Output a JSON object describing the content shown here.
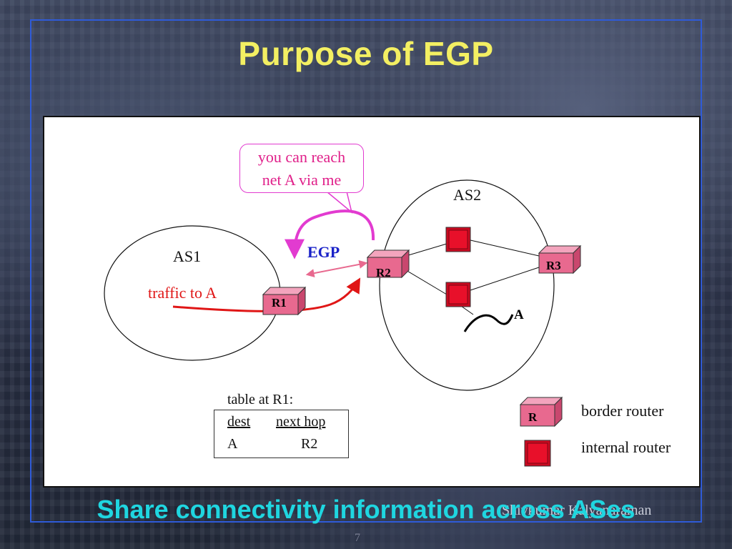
{
  "slide": {
    "title": "Purpose of EGP",
    "subtitle": "Share connectivity information across ASes",
    "author": "Shivkumar Kalyanaraman",
    "page_number": "7"
  },
  "diagram": {
    "as1_label": "AS1",
    "as2_label": "AS2",
    "traffic_label": "traffic to A",
    "egp_label": "EGP",
    "bubble_line1": "you can reach",
    "bubble_line2": "net A via me",
    "network_label": "A",
    "routers": {
      "r1": "R1",
      "r2": "R2",
      "r3": "R3"
    }
  },
  "route_table": {
    "caption": "table at R1:",
    "header_dest": "dest",
    "header_next_hop": "next hop",
    "row_dest": "A",
    "row_next_hop": "R2"
  },
  "legend": {
    "border_symbol": "R",
    "border_router": "border router",
    "internal_router": "internal router"
  },
  "colors": {
    "title": "#f3ef62",
    "subtitle": "#1fd6e0",
    "frame": "#2f5bd8",
    "router_fill": "#e8698f",
    "internal_router_fill": "#e8102a",
    "egp_text": "#1a22c8",
    "traffic_arrow": "#e01616",
    "egp_arrow": "#e23bd0"
  }
}
